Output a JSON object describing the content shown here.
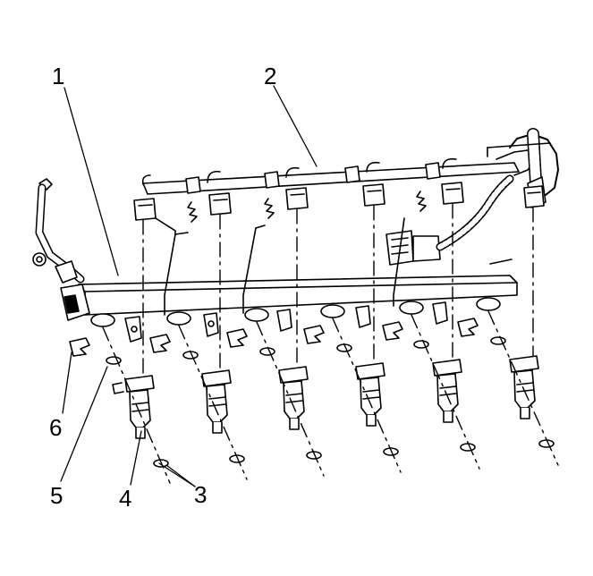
{
  "callouts": {
    "c1": "1",
    "c2": "2",
    "c3": "3",
    "c4": "4",
    "c5": "5",
    "c6": "6"
  },
  "parts": {
    "injector_count": 6
  },
  "colors": {
    "line": "#000000",
    "background": "#ffffff",
    "fill": "#ffffff"
  }
}
